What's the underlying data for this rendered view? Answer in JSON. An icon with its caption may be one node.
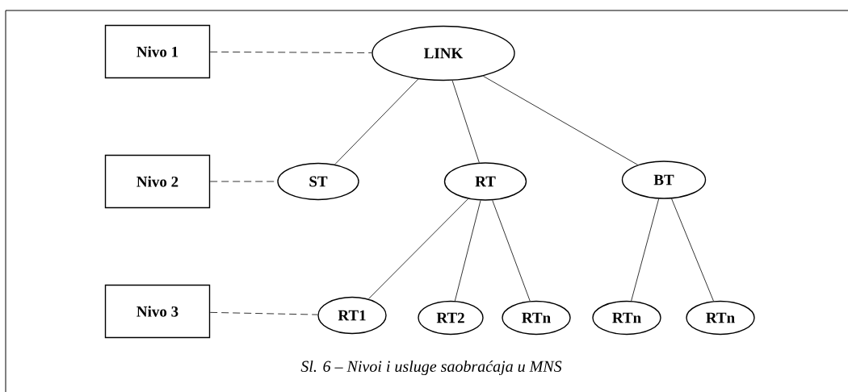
{
  "diagram": {
    "caption": "Sl. 6 – Nivoi i usluge saobraćaja u MNS",
    "nodes": [
      {
        "text": [
          "Nivo 1"
        ]
      },
      {
        "text": [
          "LINK"
        ]
      },
      {
        "text": [
          "Nivo 2"
        ]
      },
      {
        "text": [
          "ST"
        ]
      },
      {
        "text": [
          "RT"
        ]
      },
      {
        "text": [
          "BT"
        ]
      },
      {
        "text": [
          "Nivo 3"
        ]
      },
      {
        "text": [
          "RT1"
        ]
      },
      {
        "text": [
          "RT2"
        ]
      },
      {
        "text": [
          "RTn"
        ]
      },
      {
        "text": [
          "RTn"
        ]
      },
      {
        "text": [
          "RTn"
        ]
      }
    ],
    "edges": [
      {
        "from": 0,
        "to": 1,
        "arrow": "none",
        "style": "dashed"
      },
      {
        "from": 1,
        "to": 3,
        "arrow": "none"
      },
      {
        "from": 1,
        "to": 4,
        "arrow": "none"
      },
      {
        "from": 1,
        "to": 5,
        "arrow": "none"
      },
      {
        "from": 2,
        "to": 3,
        "arrow": "none",
        "style": "dashed"
      },
      {
        "from": 4,
        "to": 7,
        "arrow": "none"
      },
      {
        "from": 4,
        "to": 8,
        "arrow": "none"
      },
      {
        "from": 4,
        "to": 9,
        "arrow": "none"
      },
      {
        "from": 5,
        "to": 10,
        "arrow": "none"
      },
      {
        "from": 5,
        "to": 11,
        "arrow": "none"
      },
      {
        "from": 6,
        "to": 7,
        "arrow": "none",
        "style": "dashed"
      }
    ]
  }
}
